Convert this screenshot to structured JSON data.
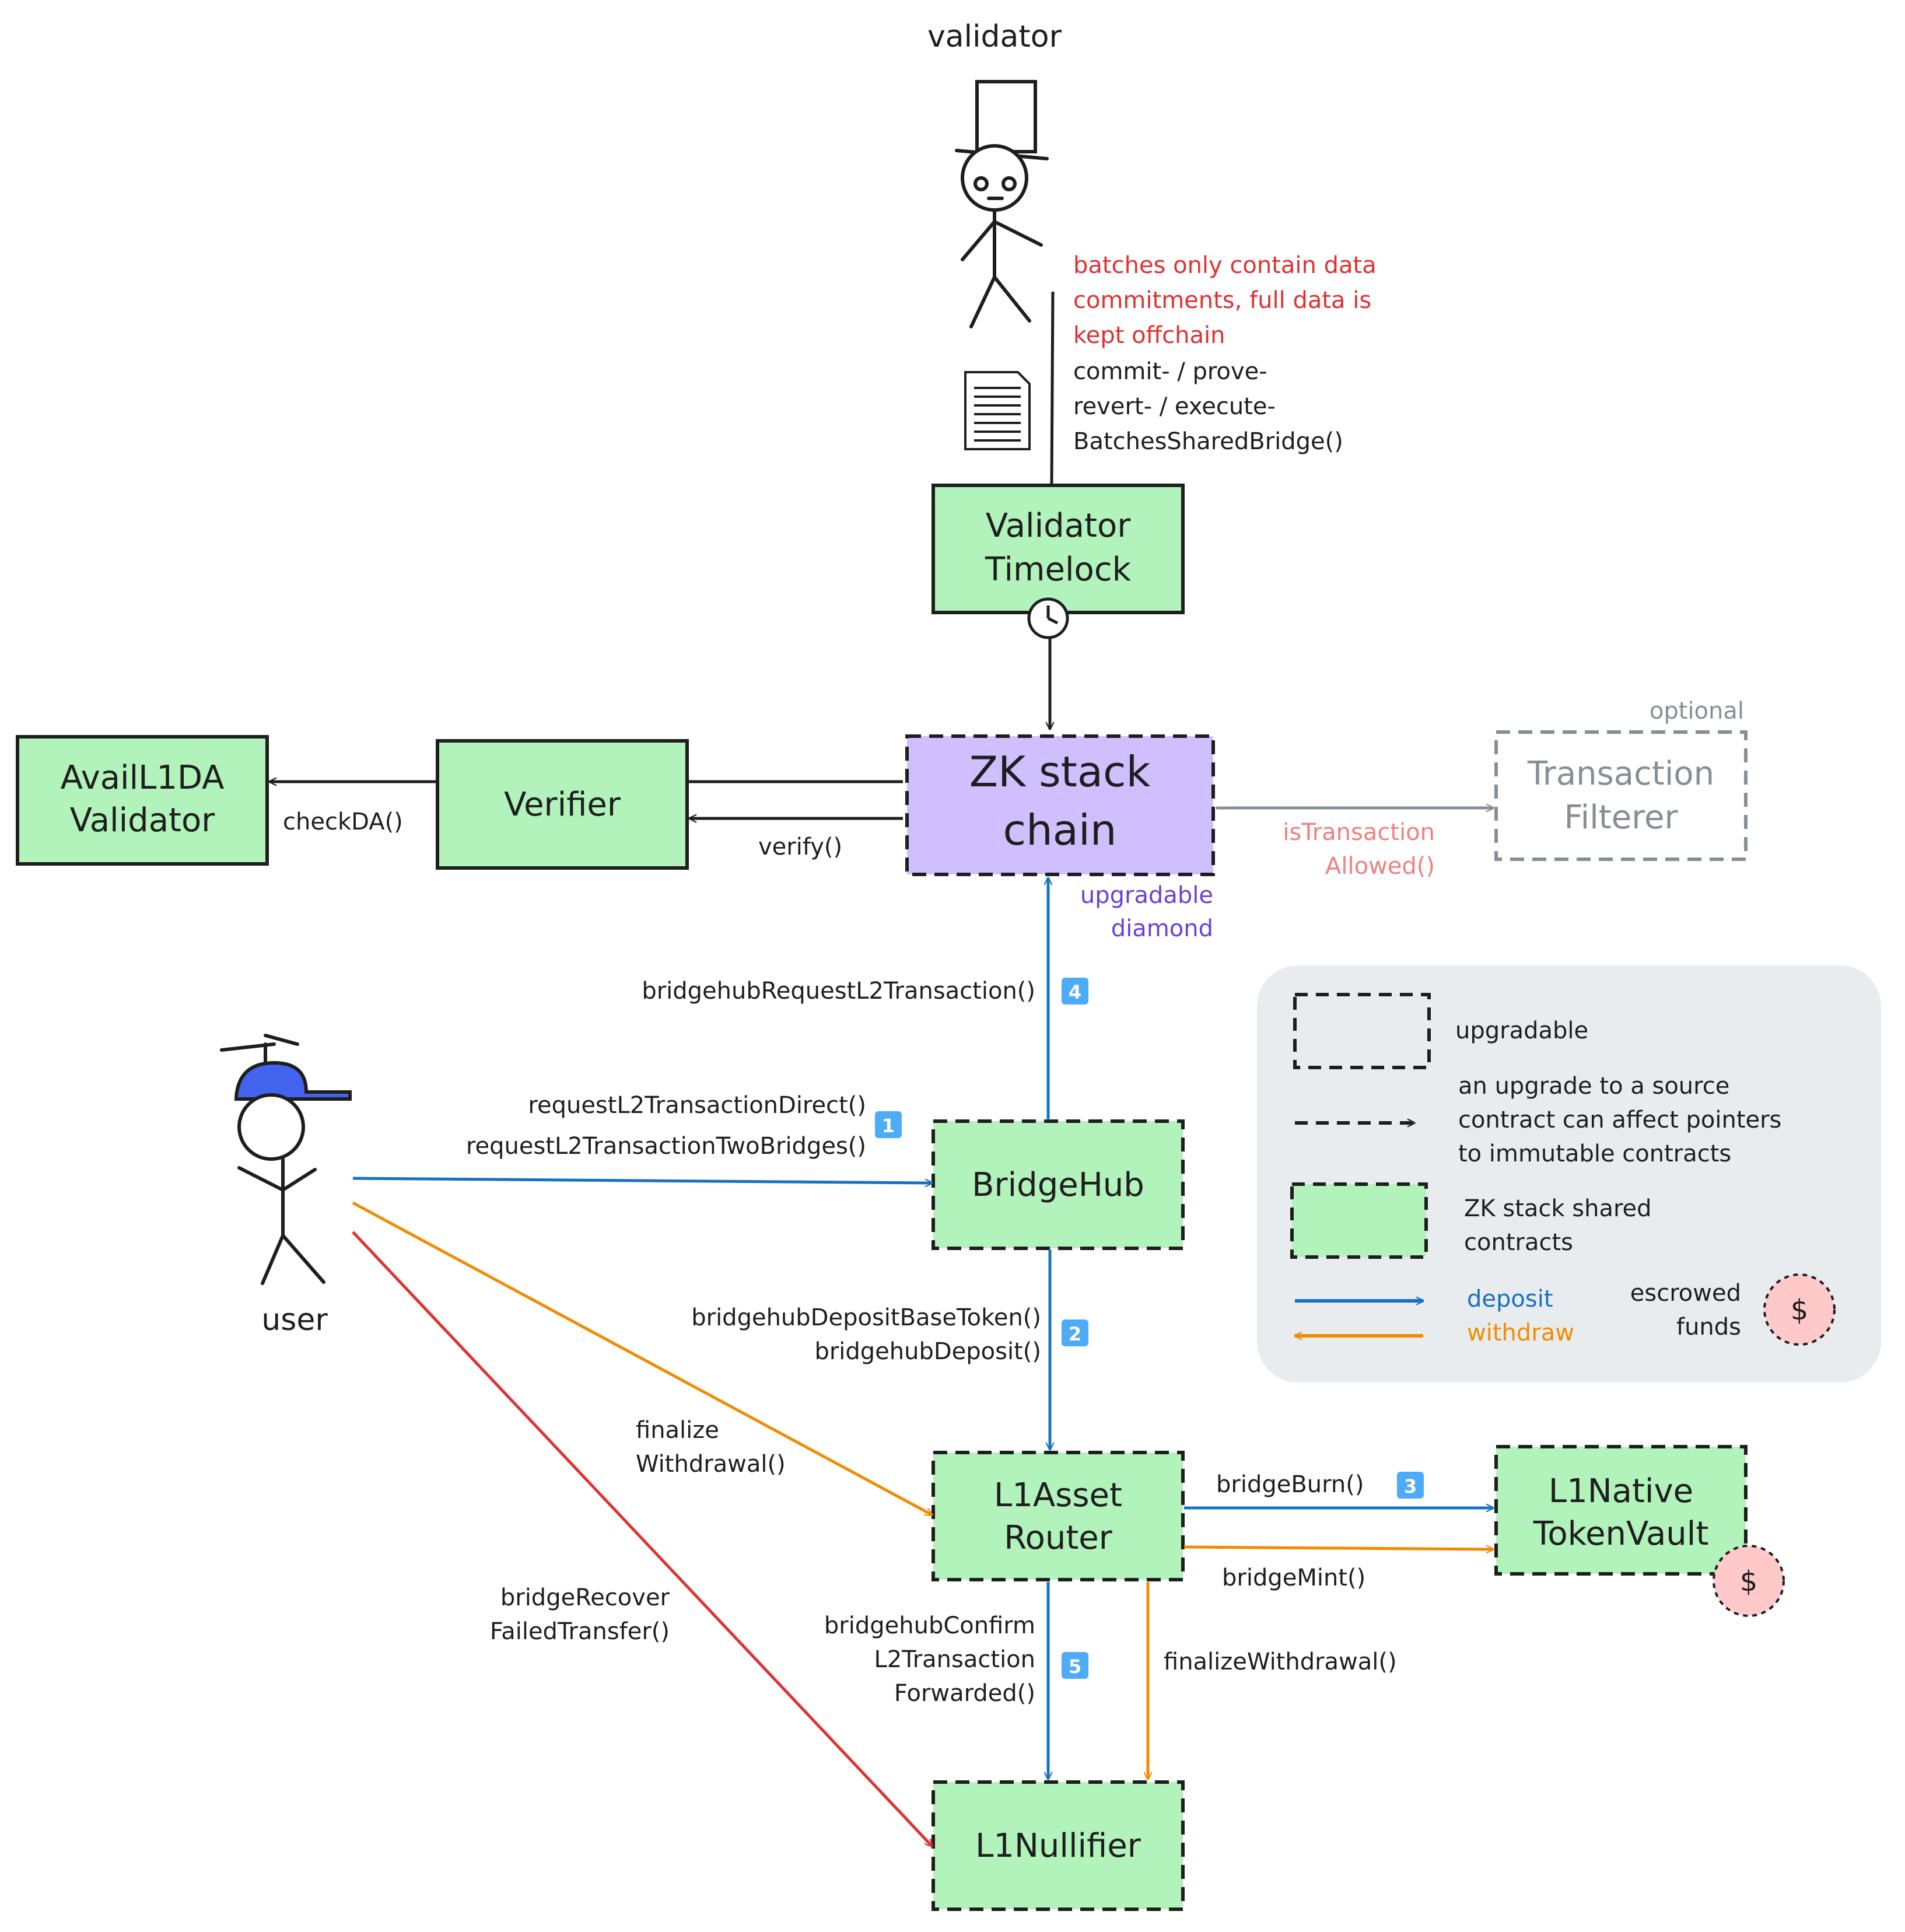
{
  "actors": {
    "validator": "validator",
    "user": "user"
  },
  "notes": {
    "red_line1": "batches only contain data",
    "red_line2": "commitments, full data is",
    "red_line3": "kept offchain",
    "fn_line1": "commit- / prove-",
    "fn_line2": "revert- / execute-",
    "fn_line3": "BatchesSharedBridge()",
    "optional": "optional"
  },
  "boxes": {
    "validator_timelock": [
      "Validator",
      "Timelock"
    ],
    "zk_chain": [
      "ZK stack",
      "chain"
    ],
    "verifier": "Verifier",
    "avail": [
      "AvailL1DA",
      "Validator"
    ],
    "tx_filterer": [
      "Transaction",
      "Filterer"
    ],
    "bridgehub": "BridgeHub",
    "asset_router": [
      "L1Asset",
      "Router"
    ],
    "native_vault": [
      "L1Native",
      "TokenVault"
    ],
    "nullifier": "L1Nullifier"
  },
  "edges": {
    "check_da": "checkDA()",
    "verify": "verify()",
    "is_tx_allowed": [
      "isTransaction",
      "Allowed()"
    ],
    "upgradable_diamond": [
      "upgradable",
      "diamond"
    ],
    "request_l2": "bridgehubRequestL2Transaction()",
    "request_direct": [
      "requestL2TransactionDirect()",
      "requestL2TransactionTwoBridges()"
    ],
    "deposit": [
      "bridgehubDepositBaseToken()",
      "bridgehubDeposit()"
    ],
    "finalize_withdrawal_user": [
      "finalize",
      "Withdrawal()"
    ],
    "bridge_burn": "bridgeBurn()",
    "bridge_mint": "bridgeMint()",
    "bridge_recover": [
      "bridgeRecover",
      "FailedTransfer()"
    ],
    "confirm": [
      "bridgehubConfirm",
      "L2Transaction",
      "Forwarded()"
    ],
    "finalize_withdrawal": "finalizeWithdrawal()"
  },
  "steps": [
    "1",
    "2",
    "3",
    "4",
    "5"
  ],
  "legend": {
    "upgradable": "upgradable",
    "pointer_line1": "an upgrade to a source",
    "pointer_line2": "contract can affect pointers",
    "pointer_line3": "to immutable contracts",
    "shared_line1": "ZK stack shared",
    "shared_line2": "contracts",
    "deposit": "deposit",
    "withdraw": "withdraw",
    "escrow_line1": "escrowed",
    "escrow_line2": "funds",
    "dollar": "$"
  },
  "colors": {
    "green": "#b2f2bb",
    "purple": "#d0bfff",
    "blue": "#1971c2",
    "orange": "#f08c00",
    "red": "#e03131",
    "grey": "#868e96",
    "pink": "#ffc9c9",
    "legend_bg": "#e9ecef"
  }
}
